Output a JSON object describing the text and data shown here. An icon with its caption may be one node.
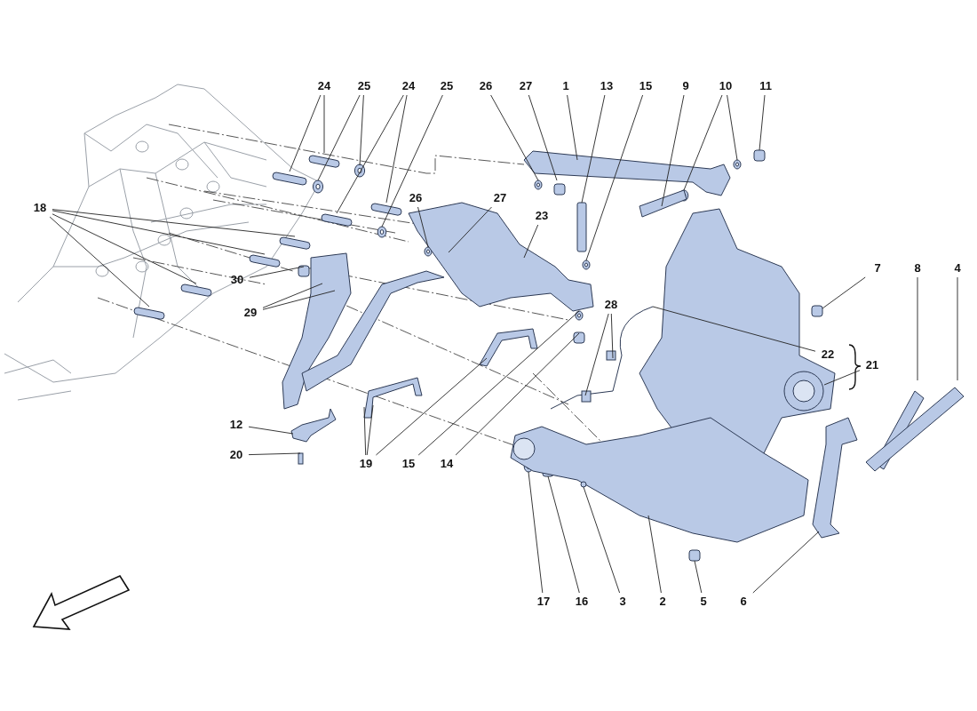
{
  "diagram": {
    "nodes": [
      {
        "text": [
          "24"
        ]
      },
      {
        "text": [
          "25"
        ]
      },
      {
        "text": [
          "24"
        ]
      },
      {
        "text": [
          "25"
        ]
      },
      {
        "text": [
          "26"
        ]
      },
      {
        "text": [
          "27"
        ]
      },
      {
        "text": [
          "1"
        ]
      },
      {
        "text": [
          "13"
        ]
      },
      {
        "text": [
          "15"
        ]
      },
      {
        "text": [
          "9"
        ]
      },
      {
        "text": [
          "10"
        ]
      },
      {
        "text": [
          "11"
        ]
      },
      {
        "text": [
          "18"
        ]
      },
      {
        "text": [
          "26"
        ]
      },
      {
        "text": [
          "27"
        ]
      },
      {
        "text": [
          "23"
        ]
      },
      {
        "text": [
          "30"
        ]
      },
      {
        "text": [
          "29"
        ]
      },
      {
        "text": [
          "7"
        ]
      },
      {
        "text": [
          "8"
        ]
      },
      {
        "text": [
          "4"
        ]
      },
      {
        "text": [
          "28"
        ]
      },
      {
        "text": [
          "22"
        ]
      },
      {
        "text": [
          "21"
        ]
      },
      {
        "text": [
          "12"
        ]
      },
      {
        "text": [
          "20"
        ]
      },
      {
        "text": [
          "19"
        ]
      },
      {
        "text": [
          "15"
        ]
      },
      {
        "text": [
          "14"
        ]
      },
      {
        "text": [
          "17"
        ]
      },
      {
        "text": [
          "16"
        ]
      },
      {
        "text": [
          "3"
        ]
      },
      {
        "text": [
          "2"
        ]
      },
      {
        "text": [
          "5"
        ]
      },
      {
        "text": [
          "6"
        ]
      }
    ],
    "edges": [
      {
        "from": 0,
        "to": null,
        "arrow": "none"
      },
      {
        "from": 0,
        "to": null,
        "arrow": "none"
      },
      {
        "from": 1,
        "to": null,
        "arrow": "none"
      },
      {
        "from": 1,
        "to": null,
        "arrow": "none"
      },
      {
        "from": 2,
        "to": null,
        "arrow": "none"
      },
      {
        "from": 2,
        "to": null,
        "arrow": "none"
      },
      {
        "from": 3,
        "to": null,
        "arrow": "none"
      },
      {
        "from": 4,
        "to": null,
        "arrow": "none"
      },
      {
        "from": 5,
        "to": null,
        "arrow": "none"
      },
      {
        "from": 6,
        "to": null,
        "arrow": "none"
      },
      {
        "from": 7,
        "to": null,
        "arrow": "none"
      },
      {
        "from": 8,
        "to": null,
        "arrow": "none"
      },
      {
        "from": 9,
        "to": null,
        "arrow": "none"
      },
      {
        "from": 10,
        "to": null,
        "arrow": "none"
      },
      {
        "from": 10,
        "to": null,
        "arrow": "none"
      },
      {
        "from": 11,
        "to": null,
        "arrow": "none"
      },
      {
        "from": 12,
        "to": null,
        "arrow": "none"
      },
      {
        "from": 12,
        "to": null,
        "arrow": "none"
      },
      {
        "from": 12,
        "to": null,
        "arrow": "none"
      },
      {
        "from": 12,
        "to": null,
        "arrow": "none"
      },
      {
        "from": 13,
        "to": null,
        "arrow": "none"
      },
      {
        "from": 14,
        "to": null,
        "arrow": "none"
      },
      {
        "from": 15,
        "to": null,
        "arrow": "none"
      },
      {
        "from": 16,
        "to": null,
        "arrow": "none"
      },
      {
        "from": 17,
        "to": null,
        "arrow": "none"
      },
      {
        "from": 17,
        "to": null,
        "arrow": "none"
      },
      {
        "from": 18,
        "to": null,
        "arrow": "none"
      },
      {
        "from": 19,
        "to": null,
        "arrow": "none"
      },
      {
        "from": 20,
        "to": null,
        "arrow": "none"
      },
      {
        "from": 21,
        "to": null,
        "arrow": "none"
      },
      {
        "from": 21,
        "to": null,
        "arrow": "none"
      },
      {
        "from": 22,
        "to": null,
        "arrow": "none"
      },
      {
        "from": 23,
        "to": null,
        "arrow": "none"
      },
      {
        "from": 24,
        "to": null,
        "arrow": "none"
      },
      {
        "from": 25,
        "to": null,
        "arrow": "none"
      },
      {
        "from": 26,
        "to": null,
        "arrow": "none"
      },
      {
        "from": 26,
        "to": null,
        "arrow": "none"
      },
      {
        "from": 26,
        "to": null,
        "arrow": "none"
      },
      {
        "from": 27,
        "to": null,
        "arrow": "none"
      },
      {
        "from": 28,
        "to": null,
        "arrow": "none"
      },
      {
        "from": 29,
        "to": null,
        "arrow": "none"
      },
      {
        "from": 30,
        "to": null,
        "arrow": "none"
      },
      {
        "from": 31,
        "to": null,
        "arrow": "none"
      },
      {
        "from": 32,
        "to": null,
        "arrow": "none"
      },
      {
        "from": 33,
        "to": null,
        "arrow": "none"
      },
      {
        "from": 34,
        "to": null,
        "arrow": "none"
      }
    ]
  }
}
